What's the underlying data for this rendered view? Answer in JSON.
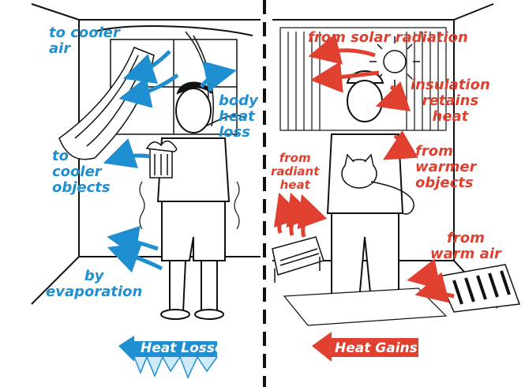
{
  "colors": {
    "losses": "#1f8fd1",
    "gains": "#e0402f",
    "ink": "#111111",
    "ice": "#9cd3f3"
  },
  "left_panel": {
    "labels": [
      {
        "id": "to_cooler_air",
        "text": "to cooler\nair"
      },
      {
        "id": "body_heat_loss",
        "text": "body\nheat\nloss"
      },
      {
        "id": "to_cooler_objects",
        "text": "to\ncooler\nobjects"
      },
      {
        "id": "by_evaporation",
        "text": "by\nevaporation"
      }
    ],
    "badge": "Heat Losses"
  },
  "right_panel": {
    "labels": [
      {
        "id": "from_solar_radiation",
        "text": "from solar radiation"
      },
      {
        "id": "insulation_retains_heat",
        "text": "insulation\nretains\nheat"
      },
      {
        "id": "from_radiant_heat",
        "text": "from\nradiant\nheat"
      },
      {
        "id": "from_warmer_objects",
        "text": "from\nwarmer\nobjects"
      },
      {
        "id": "from_warm_air",
        "text": "from\nwarm air"
      }
    ],
    "badge": "Heat Gains"
  },
  "icons": [
    "sun-icon",
    "radiator-icon",
    "floor-vent-icon",
    "icicles-icon",
    "cat-icon",
    "beer-mug-icon"
  ]
}
